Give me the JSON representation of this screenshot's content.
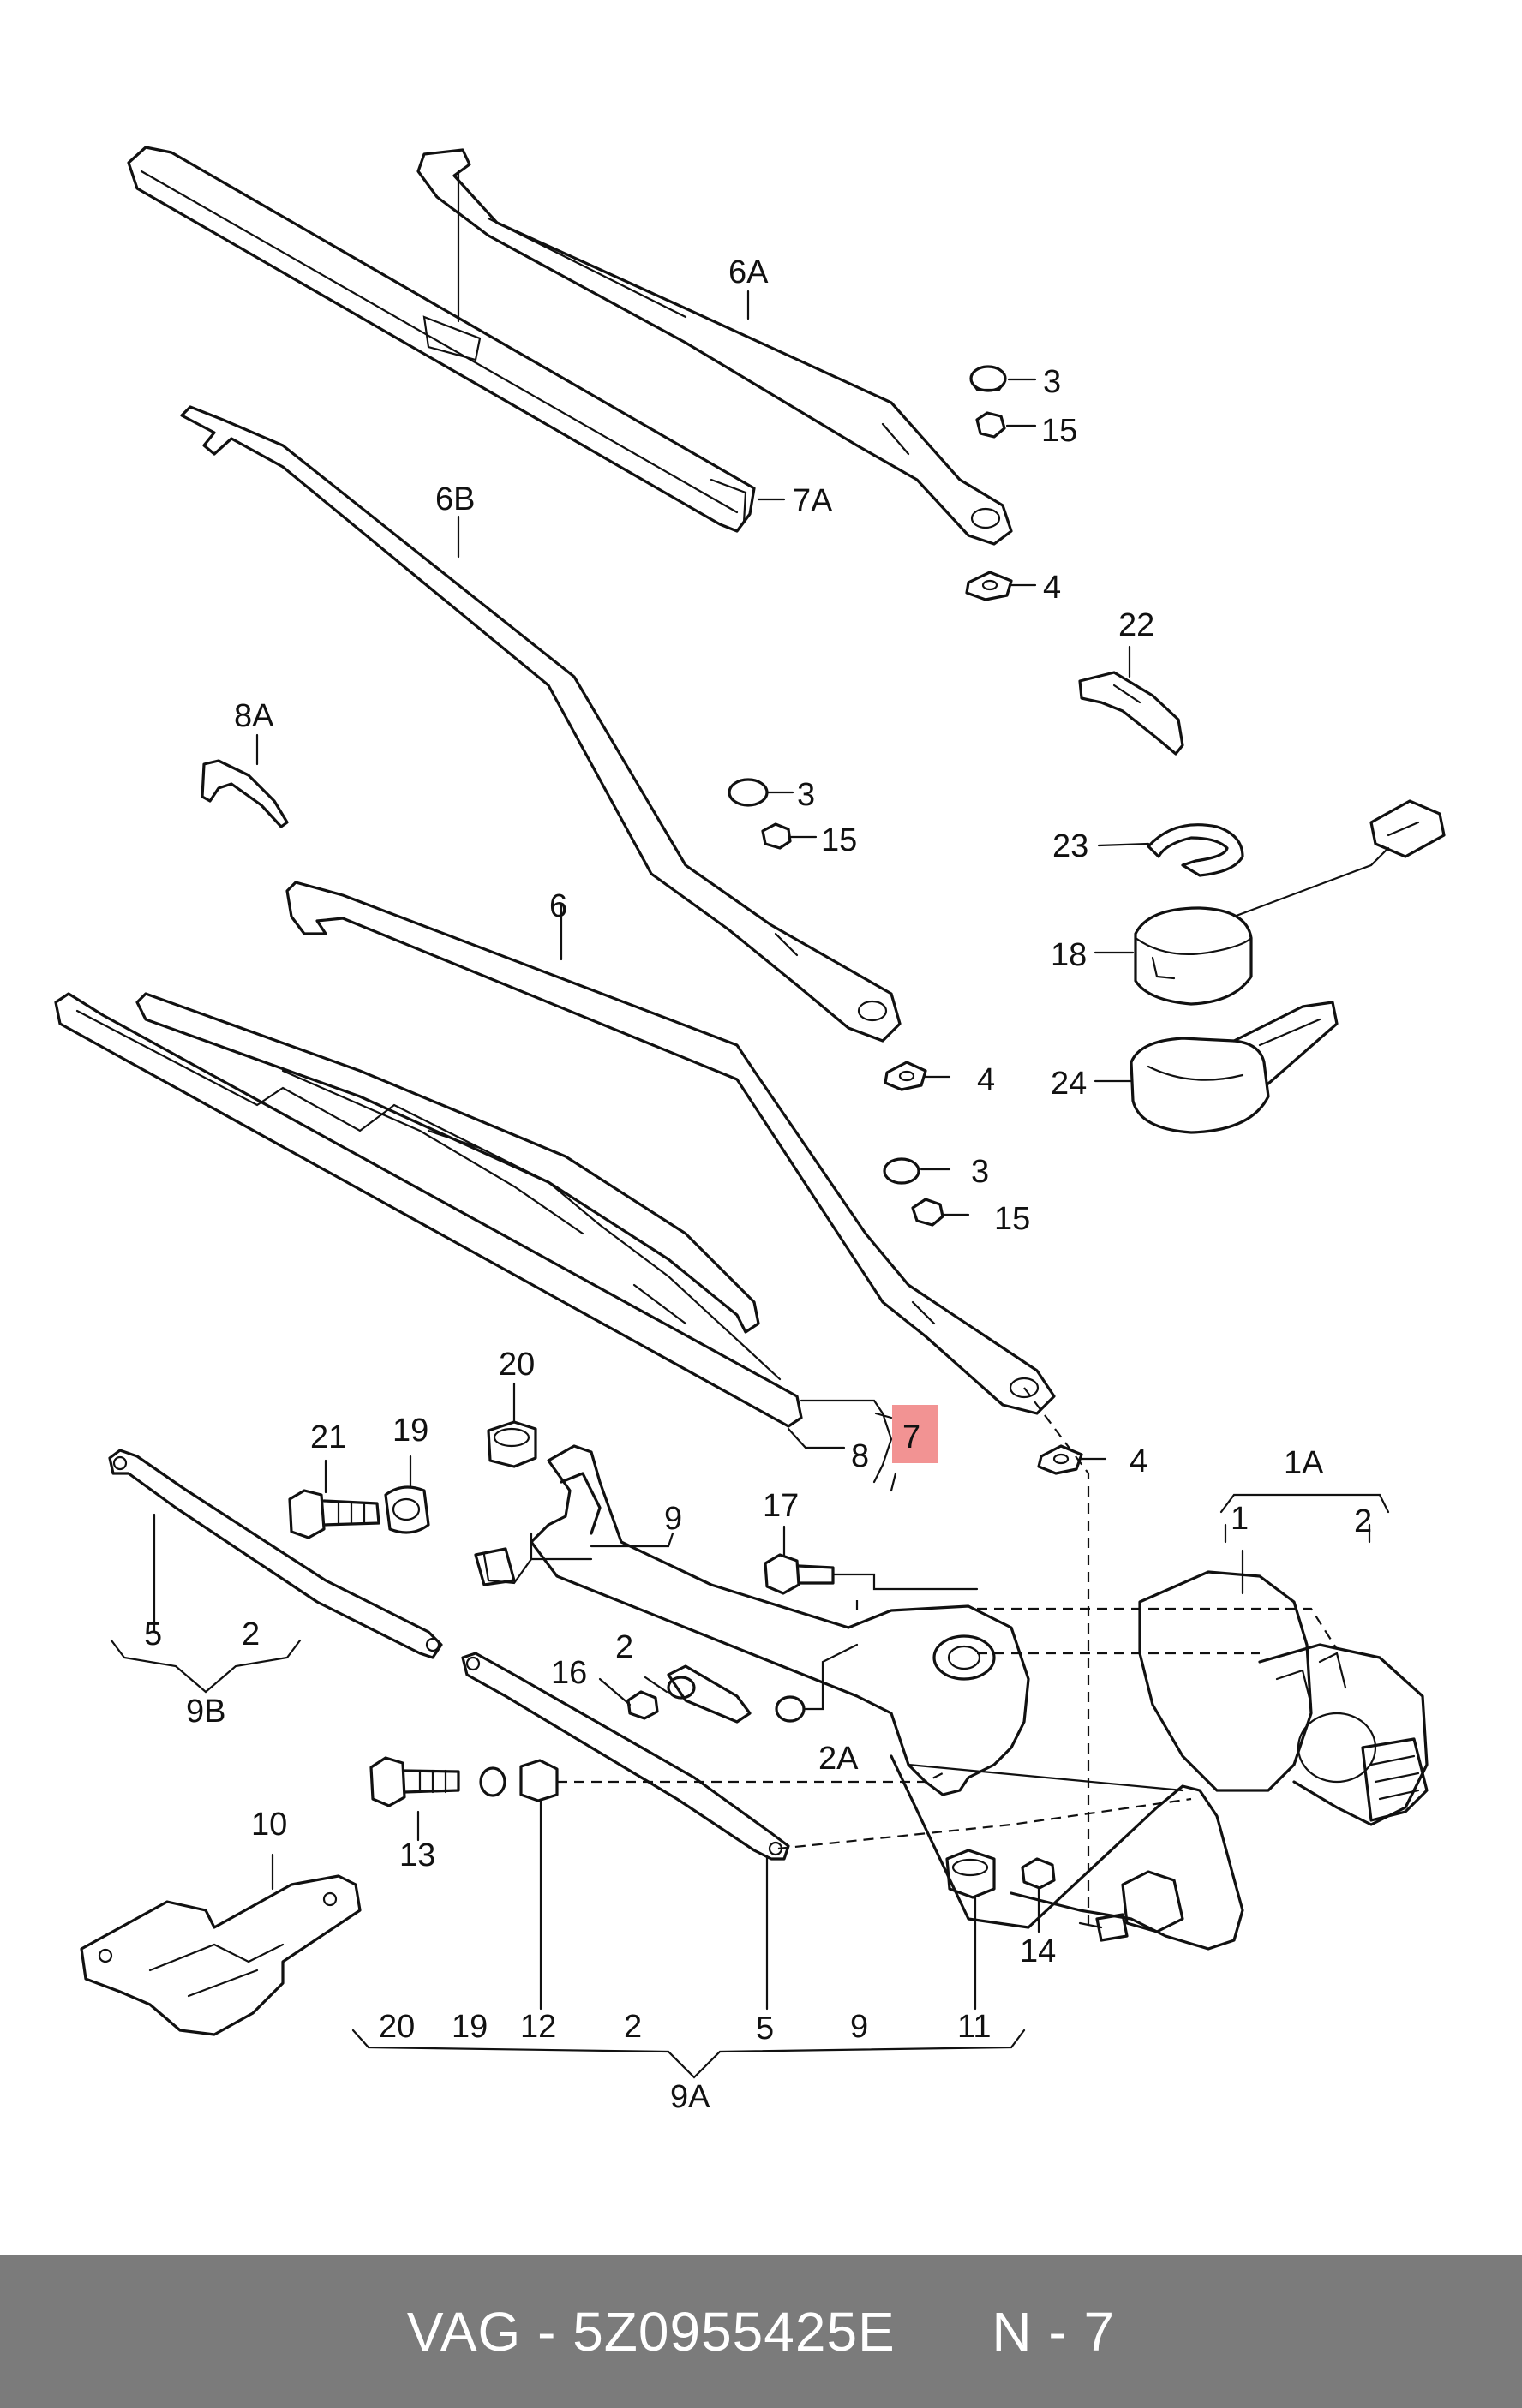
{
  "labels": {
    "l6A": "6A",
    "l7A": "7A",
    "l6B": "6B",
    "l8A": "8A",
    "l6": "6",
    "l3a": "3",
    "l15a": "15",
    "l4a": "4",
    "l3b": "3",
    "l15b": "15",
    "l4b": "4",
    "l3c": "3",
    "l15c": "15",
    "l4c": "4",
    "l22": "22",
    "l23": "23",
    "l18": "18",
    "l24": "24",
    "l20top": "20",
    "l21": "21",
    "l19top": "19",
    "l8": "8",
    "l7": "7",
    "l1A": "1A",
    "l1": "1",
    "l2top": "2",
    "l9top": "9",
    "l17": "17",
    "l2mid": "2",
    "l16": "16",
    "l2A": "2A",
    "l5left": "5",
    "l2left": "2",
    "l9B": "9B",
    "l13": "13",
    "l10": "10",
    "l14": "14",
    "g20": "20",
    "g19": "19",
    "g12": "12",
    "g2": "2",
    "g5": "5",
    "g9": "9",
    "g11": "11",
    "l9A": "9A"
  },
  "footer": {
    "brand": "VAG",
    "part_number": "5Z0955425E",
    "item": "N - 7"
  },
  "colors": {
    "highlight": "#f08080",
    "footer_bg": "#7b7b7b"
  }
}
